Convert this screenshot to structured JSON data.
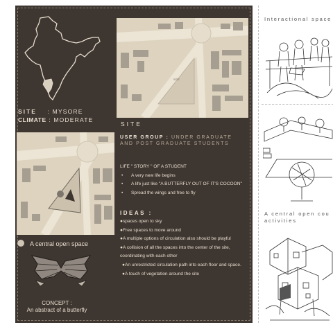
{
  "site_info": {
    "site_label": "SITE",
    "site_value": "MYSORE",
    "climate_label": "CLIMATE",
    "climate_value": "MODERATE"
  },
  "site_map_caption": "SITE",
  "site_map_road_label": "SITE",
  "user_group": {
    "title_bold": "USER GROUP :",
    "title_rest": "UNDER GRADUATE AND POST GRADUATE STUDENTS"
  },
  "story": {
    "heading": "LIFE \" STORY \" OF A STUDENT",
    "items": [
      "A very new life begins",
      "A life just like \"A BUTTERFLY OUT OF  IT'S COCOON\"",
      "Spread the wings and  free to fly"
    ]
  },
  "ideas": {
    "title": "IDEAS :",
    "items": [
      "●spaces open to sky",
      "●Free spaces to move around",
      "●A multiple options of circulation also should be playful",
      "●A collision of all the spaces into the center of the site, coordinating with each other",
      "●An unrestricted circulation path into each floor and space.",
      "●A touch of vegetation around the site"
    ]
  },
  "legend": {
    "label": "A central open space",
    "color": "#cfc6b6"
  },
  "concept": {
    "line1": "CONCEPT :",
    "line2": "An abstract of a butterfly"
  },
  "right_panel": {
    "title1": "Interactional space",
    "title2_line1": "A central open cou",
    "title2_line2": "activities"
  },
  "colors": {
    "panel_bg": "#3e3631",
    "map_beige": "#ddd3bf",
    "building_gray": "#a79e92",
    "text_light": "#e8dfcf"
  }
}
